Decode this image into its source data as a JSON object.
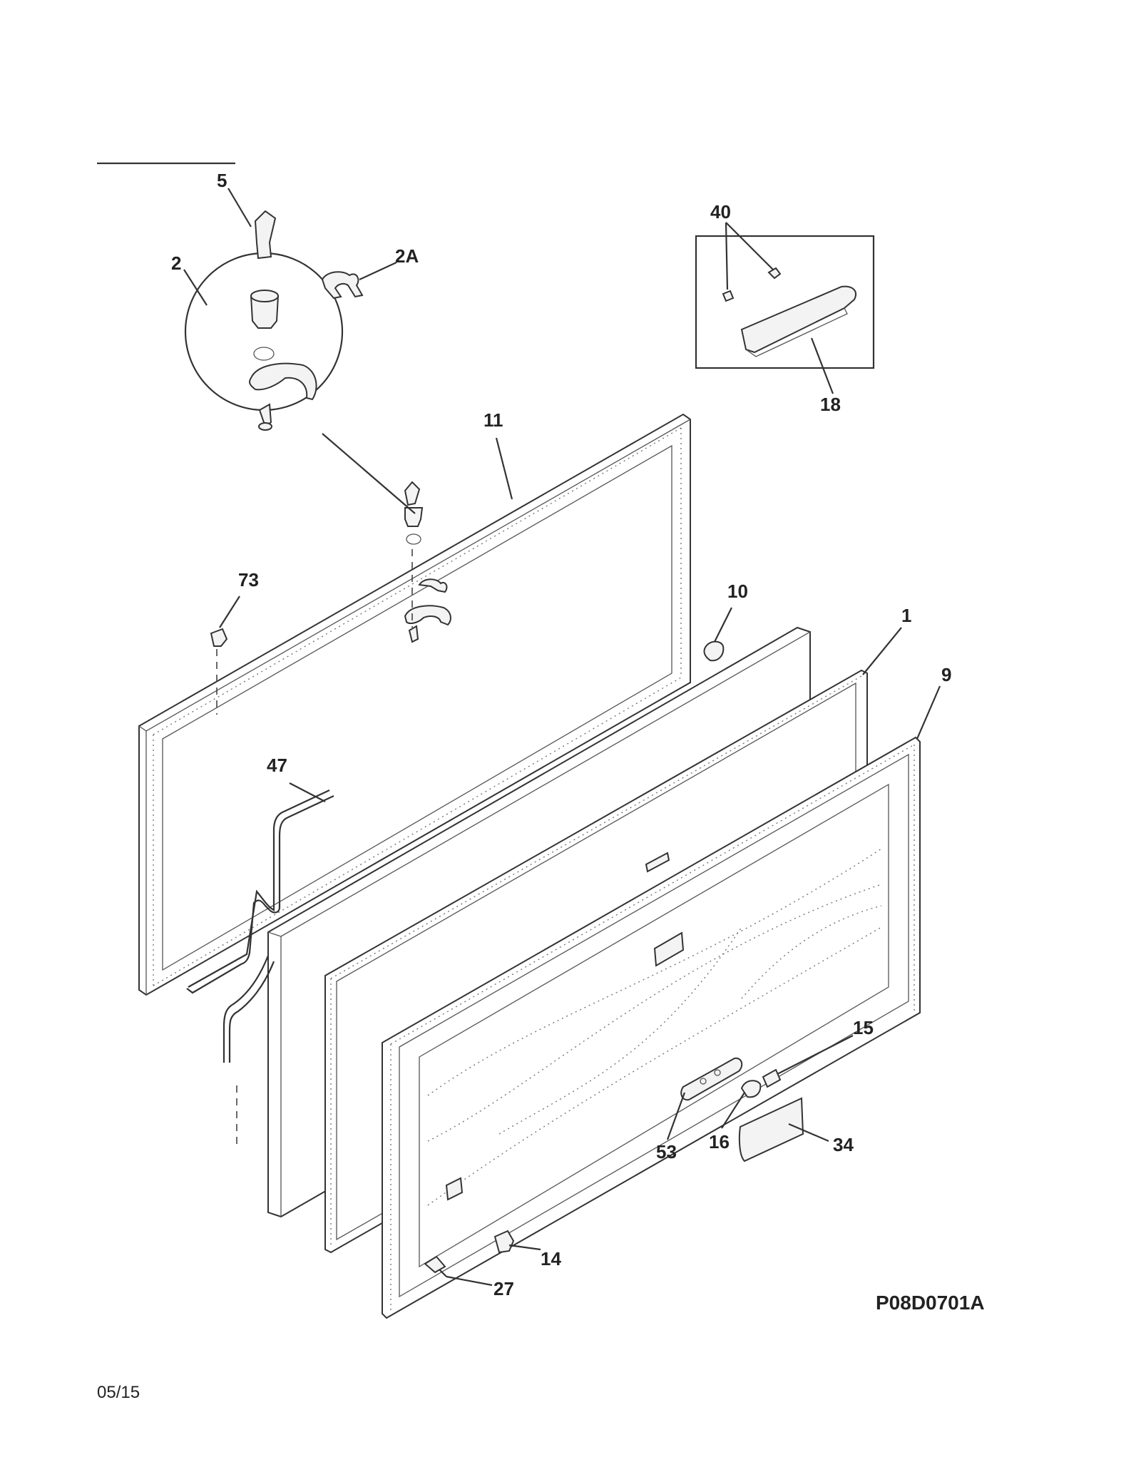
{
  "diagram": {
    "drawing_code": "P08D0701A",
    "date": "05/15",
    "callouts": [
      "5",
      "2",
      "2A",
      "40",
      "18",
      "11",
      "73",
      "10",
      "1",
      "9",
      "47",
      "15",
      "53",
      "16",
      "34",
      "14",
      "27"
    ]
  }
}
